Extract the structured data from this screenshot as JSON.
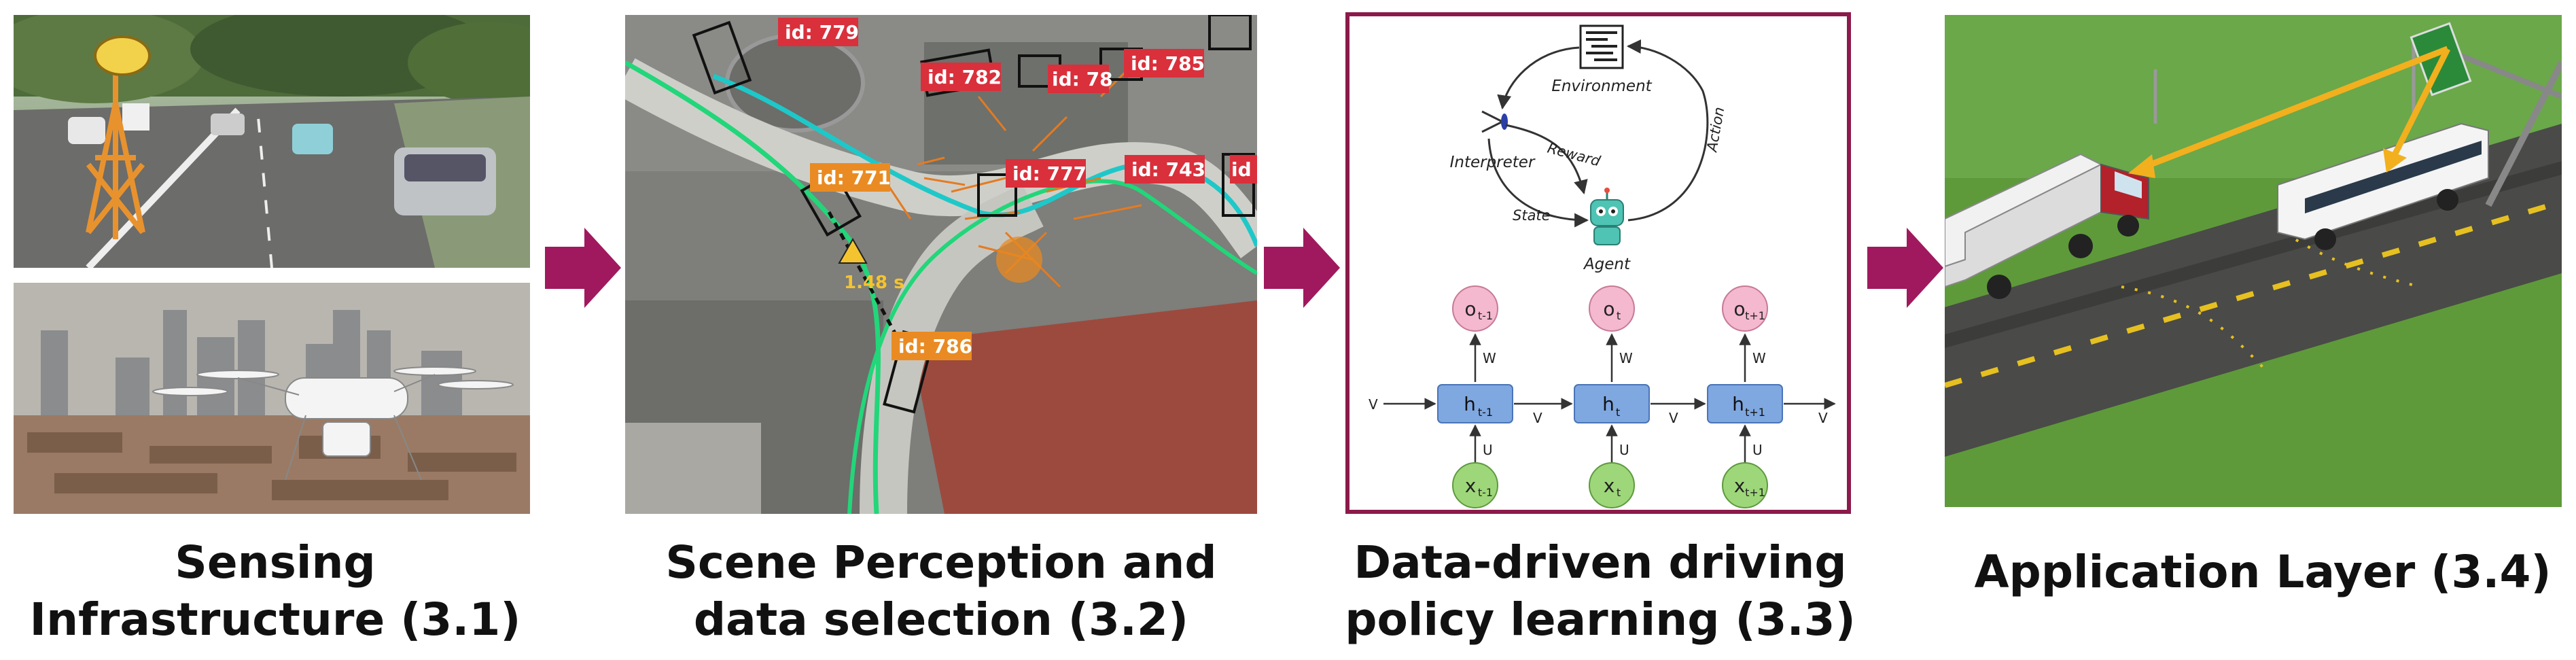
{
  "stages": [
    {
      "caption_line1": "Sensing",
      "caption_line2": "Infrastructure (3.1)"
    },
    {
      "caption_line1": "Scene Perception and",
      "caption_line2": "data selection (3.2)"
    },
    {
      "caption_line1": "Data-driven driving",
      "caption_line2": "policy learning (3.3)"
    },
    {
      "caption_line1": "Application Layer (3.4)"
    }
  ],
  "perception": {
    "ids": [
      "id: 779",
      "id: 782",
      "id: 78",
      "id: 785",
      "id: 771",
      "id: 777",
      "id: 743",
      "id",
      "id: 786"
    ],
    "ttc": "1.48 s"
  },
  "policy": {
    "environment": "Environment",
    "interpreter": "Interpreter",
    "reward": "Reward",
    "state": "State",
    "action": "Action",
    "agent": "Agent",
    "rnn": {
      "o": [
        "o",
        "o",
        "o"
      ],
      "o_sub": [
        "t-1",
        "t",
        "t+1"
      ],
      "h": [
        "h",
        "h",
        "h"
      ],
      "x": [
        "x",
        "x",
        "x"
      ],
      "w": "W",
      "u": "U",
      "v": "V"
    }
  },
  "colors": {
    "arrow": "#a0195e",
    "frame": "#8b1a4a",
    "o_node": "#f4b8cf",
    "h_node": "#7fa7e0",
    "x_node": "#9ed77a"
  }
}
